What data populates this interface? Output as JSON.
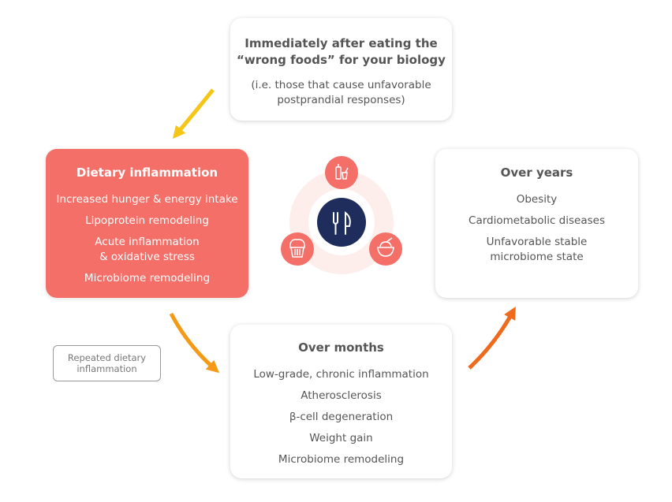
{
  "immediate": {
    "title_line1": "Immediately after eating the",
    "title_line2": "“wrong foods” for your biology",
    "sub_line1": "(i.e. those that cause unfavorable",
    "sub_line2": "postprandial responses)"
  },
  "inflammation": {
    "title": "Dietary inflammation",
    "items": [
      "Increased hunger & energy intake",
      "Lipoprotein remodeling",
      "Acute inflammation",
      "& oxidative stress",
      "Microbiome remodeling"
    ]
  },
  "years": {
    "title": "Over years",
    "items": [
      "Obesity",
      "Cardiometabolic diseases",
      "Unfavorable stable",
      "microbiome state"
    ]
  },
  "months": {
    "title": "Over months",
    "items": [
      "Low-grade, chronic inflammation",
      "Atherosclerosis",
      "β-cell degeneration",
      "Weight gain",
      "Microbiome remodeling"
    ]
  },
  "repeated": {
    "line1": "Repeated dietary",
    "line2": "inflammation"
  },
  "colors": {
    "accent": "#f36f68",
    "navy": "#1e2d5c",
    "arrow_yellow": "#f5c518",
    "arrow_orange": "#f49a16",
    "arrow_deep_orange": "#f06a1d"
  },
  "icons": {
    "center": "fork-knife-icon",
    "top": "drinks-icon",
    "left": "muffin-icon",
    "right": "bowl-icon"
  }
}
